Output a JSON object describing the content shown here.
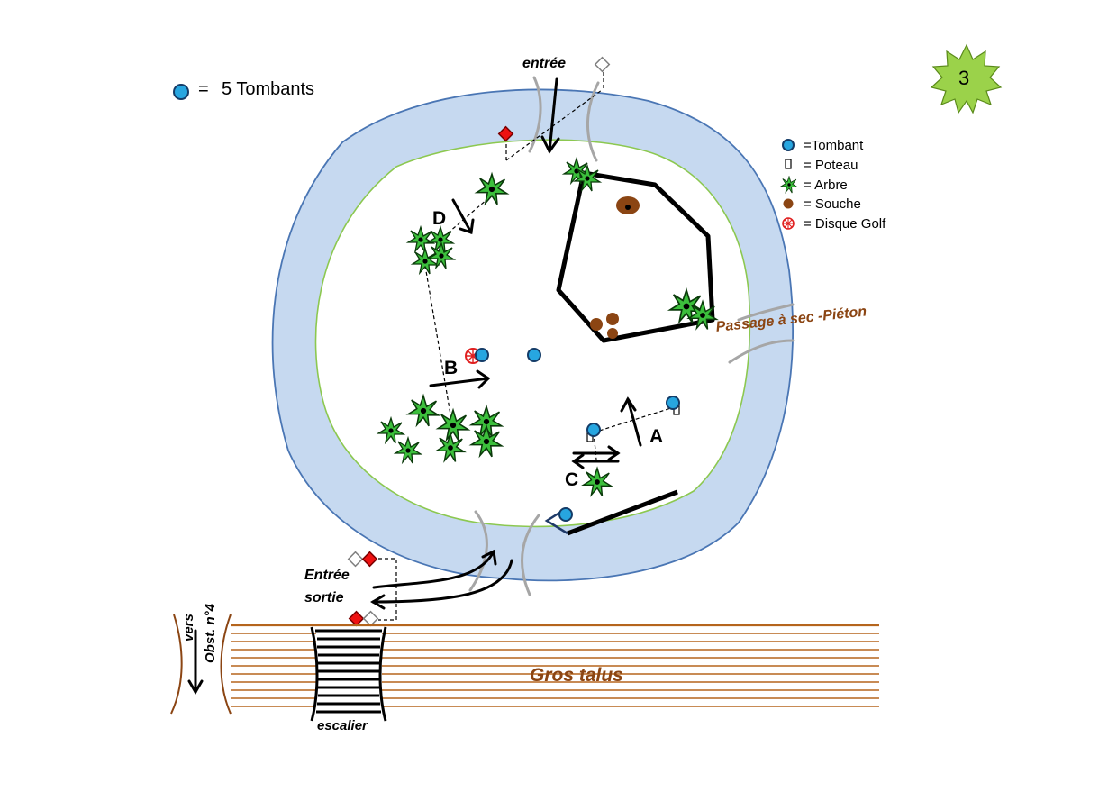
{
  "badge": {
    "number": "3",
    "color": "#9bd24a"
  },
  "count_label": {
    "equals": "=",
    "text": "5 Tombants"
  },
  "legend": {
    "items": [
      {
        "symbol": "tombant-icon",
        "text": "=Tombant"
      },
      {
        "symbol": "poteau-icon",
        "text": "= Poteau"
      },
      {
        "symbol": "arbre-icon",
        "text": "= Arbre"
      },
      {
        "symbol": "souche-icon",
        "text": "= Souche"
      },
      {
        "symbol": "disque-golf-icon",
        "text": "= Disque Golf"
      }
    ]
  },
  "labels": {
    "entree": "entrée",
    "passage": "Passage à sec -Piéton",
    "entree_sortie_1": "Entrée",
    "entree_sortie_2": "sortie",
    "vers": "vers",
    "obst": "Obst. n°4",
    "gros_talus": "Gros talus",
    "escalier": "escalier"
  },
  "obstacles": {
    "A": "A",
    "B": "B",
    "C": "C",
    "D": "D"
  },
  "colors": {
    "water": "#c6d9f0",
    "water_edge": "#4a76b4",
    "bank_edge": "#8cc850",
    "tree": "#3cbf3c",
    "stump": "#8b4513",
    "tombant": "#27a6e0",
    "flag_red": "#ee1111",
    "talus": "#b5651d"
  }
}
